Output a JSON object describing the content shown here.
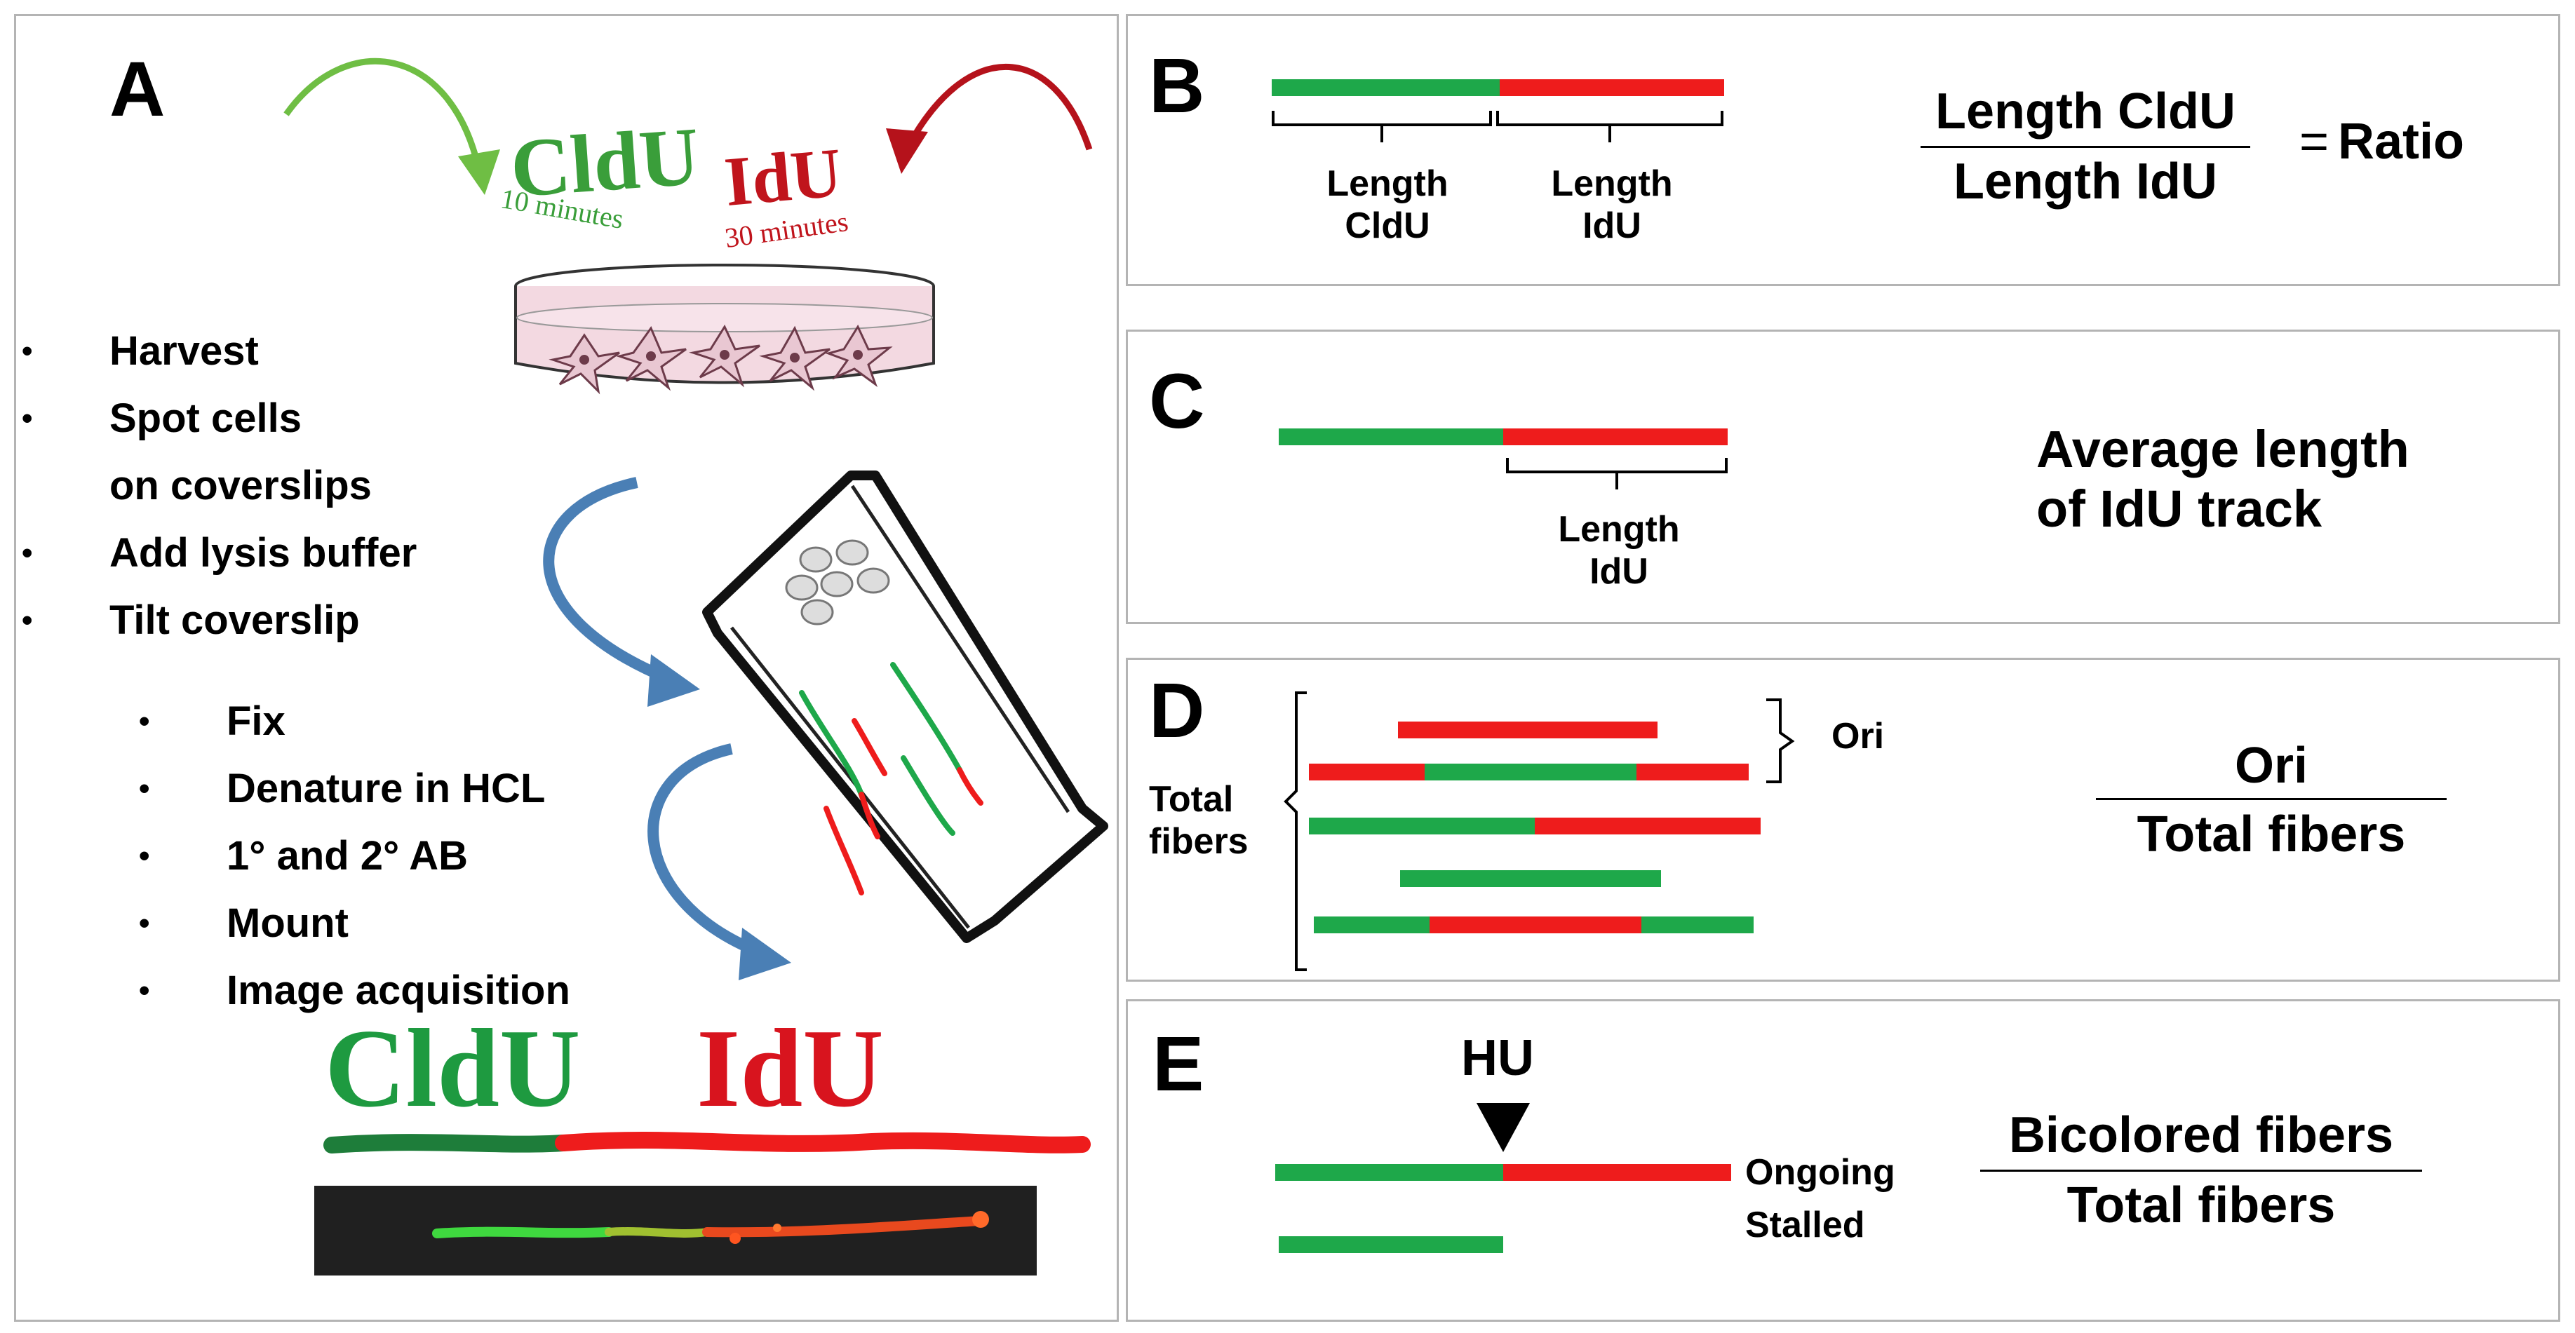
{
  "panel_a": {
    "letter": "A",
    "pulse1_label": "CldU",
    "pulse1_time": "10 minutes",
    "pulse2_label": "IdU",
    "pulse2_time": "30 minutes",
    "steps": [
      "Harvest",
      "Spot cells",
      "on coverslips",
      "Add lysis buffer",
      "Tilt coverslip"
    ],
    "substeps": [
      "Fix",
      "Denature in HCL",
      "1° and 2° AB",
      "Mount",
      "Image acquisition"
    ],
    "result_label_1": "CldU",
    "result_label_2": "IdU",
    "colors": {
      "cldu": "#1ea84a",
      "idu": "#d8141e",
      "arrow": "#4a7fb5"
    }
  },
  "panel_b": {
    "letter": "B",
    "bracket_label_1": [
      "Length",
      "CldU"
    ],
    "bracket_label_2": [
      "Length",
      "IdU"
    ],
    "numerator": "Length CldU",
    "denominator": "Length IdU",
    "equals": "=",
    "result": "Ratio"
  },
  "panel_c": {
    "letter": "C",
    "bracket_label": [
      "Length",
      "IdU"
    ],
    "metric": [
      "Average length",
      "of IdU track"
    ]
  },
  "panel_d": {
    "letter": "D",
    "ori_label": "Ori",
    "total_label": [
      "Total",
      "fibers"
    ],
    "numerator": "Ori",
    "denominator": "Total fibers"
  },
  "panel_e": {
    "letter": "E",
    "treatment": "HU",
    "ongoing_label": "Ongoing",
    "stalled_label": "Stalled",
    "numerator": "Bicolored fibers",
    "denominator": "Total fibers"
  }
}
